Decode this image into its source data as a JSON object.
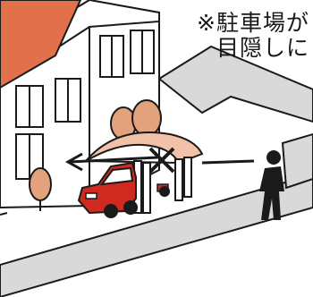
{
  "caption": {
    "line1": "※駐車場が",
    "line2": "目隠しに"
  },
  "colors": {
    "roof": "#e2704a",
    "canopy": "#f2c2a8",
    "tree": "#e3a27c",
    "car": "#cf2a1f",
    "person": "#1a1a1a",
    "ground": "#d9d9d9",
    "wall": "#ffffff"
  },
  "icons": [
    "house-illustration",
    "carport-illustration",
    "car-illustration",
    "tree-illustration",
    "person-icon",
    "blocked-sightline-x-icon",
    "arrow-left-icon"
  ]
}
